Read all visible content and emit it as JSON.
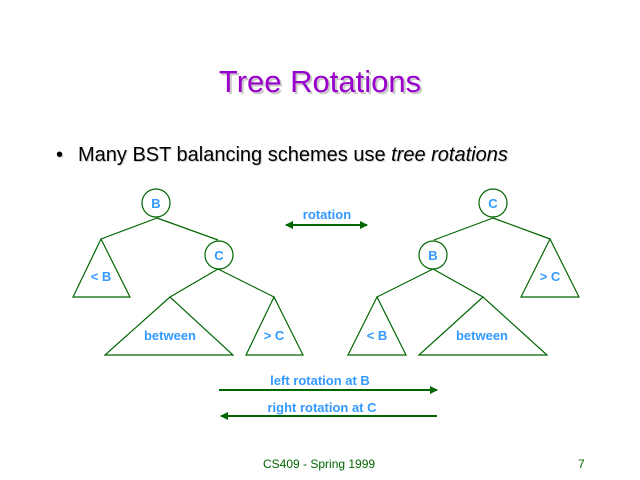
{
  "slide": {
    "title": "Tree Rotations",
    "bullet": {
      "symbol": "•",
      "text": "Many BST balancing schemes use ",
      "emphasis": "tree rotations"
    },
    "footer": {
      "course": "CS409 - Spring 1999",
      "page_number": "7"
    }
  },
  "diagram": {
    "colors": {
      "line": "#006600",
      "label": "#3399ff",
      "title": "#9900cc"
    },
    "rotation_label": "rotation",
    "left_tree": {
      "root": "B",
      "child": "C",
      "subtrees": [
        "< B",
        "between",
        "> C"
      ]
    },
    "right_tree": {
      "root": "C",
      "child": "B",
      "subtrees": [
        "< B",
        "between",
        "> C"
      ]
    },
    "arrows": {
      "left_rotation": "left rotation at B",
      "right_rotation": "right rotation at C"
    }
  }
}
